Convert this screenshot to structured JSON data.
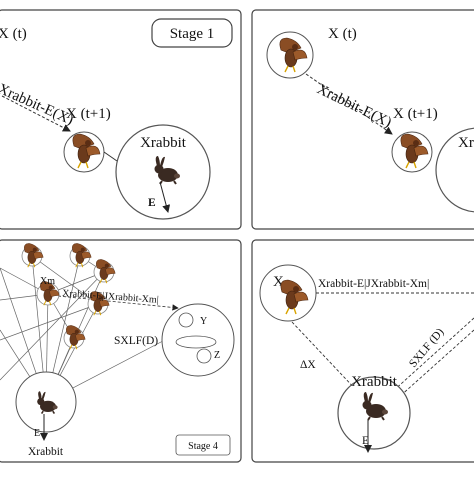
{
  "panels": [
    {
      "id": "top-left",
      "stage_label": "Stage 1",
      "labels": {
        "x_t": "X (t)",
        "dist": "Xrabbit-E(X)",
        "x_t1": "X (t+1)",
        "rabbit": "Xrabbit",
        "e": "E"
      }
    },
    {
      "id": "top-right",
      "labels": {
        "x_t": "X (t)",
        "dist": "Xrabbit-E(X)",
        "x_t1": "X (t+1)",
        "rabbit": "Xr"
      }
    },
    {
      "id": "bottom-left",
      "stage_label": "Stage 4",
      "labels": {
        "xm": "Xm",
        "dist": "Xrabbit-E|JXrabbit-Xm|",
        "sxlf": "SXLF(D)",
        "y": "Y",
        "z": "Z",
        "e": "E",
        "rabbit": "Xrabbit"
      }
    },
    {
      "id": "bottom-right",
      "labels": {
        "x": "X",
        "dist": "Xrabbit-E|JXrabbit-Xm|",
        "dx": "ΔX",
        "sxlf": "SXLF (D)",
        "rabbit": "Xrabbit",
        "e": "E"
      }
    }
  ],
  "colors": {
    "frame": "#444444",
    "line": "#333333",
    "hawk_body": "#6b3a1c",
    "hawk_wing": "#8a4d24",
    "rabbit": "#3a2a22"
  }
}
